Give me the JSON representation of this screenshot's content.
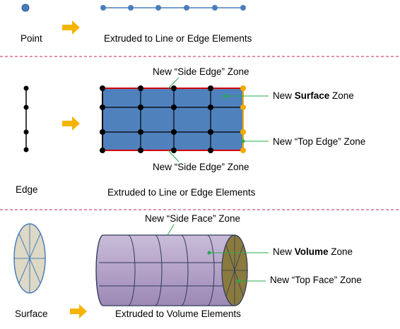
{
  "colors": {
    "point_blue": "#4a7ebb",
    "surface_blue": "#4f81bd",
    "edge_red": "#d40000",
    "edge_orange": "#f5a800",
    "arrow_orange": "#f5b400",
    "divider_red": "#c0245a",
    "volume_purple": "#b4a2c8",
    "top_face_olive": "#8a7a3e",
    "ellipse_fill": "#ddd9c4",
    "leader_green": "#2aa84a"
  },
  "icons": [
    "point-dot-icon",
    "edge-icon",
    "surface-ellipse-icon",
    "arrow-right-icon"
  ],
  "sections": {
    "point": {
      "label": "Point",
      "result": "Extruded to Line or Edge Elements"
    },
    "edge": {
      "label": "Edge",
      "result": "Extruded to Line or Edge Elements",
      "callouts": {
        "side_edge_top": "New “Side Edge” Zone",
        "side_edge_bottom": "New “Side Edge” Zone",
        "surface_prefix": "New ",
        "surface_bold": "Surface",
        "surface_suffix": " Zone",
        "top_edge": "New “Top Edge” Zone"
      }
    },
    "surface": {
      "label": "Surface",
      "result": "Extruded to Volume Elements",
      "callouts": {
        "side_face": "New “Side Face” Zone",
        "volume_prefix": "New ",
        "volume_bold": "Volume",
        "volume_suffix": " Zone",
        "top_face": "New “Top Face” Zone"
      }
    }
  }
}
